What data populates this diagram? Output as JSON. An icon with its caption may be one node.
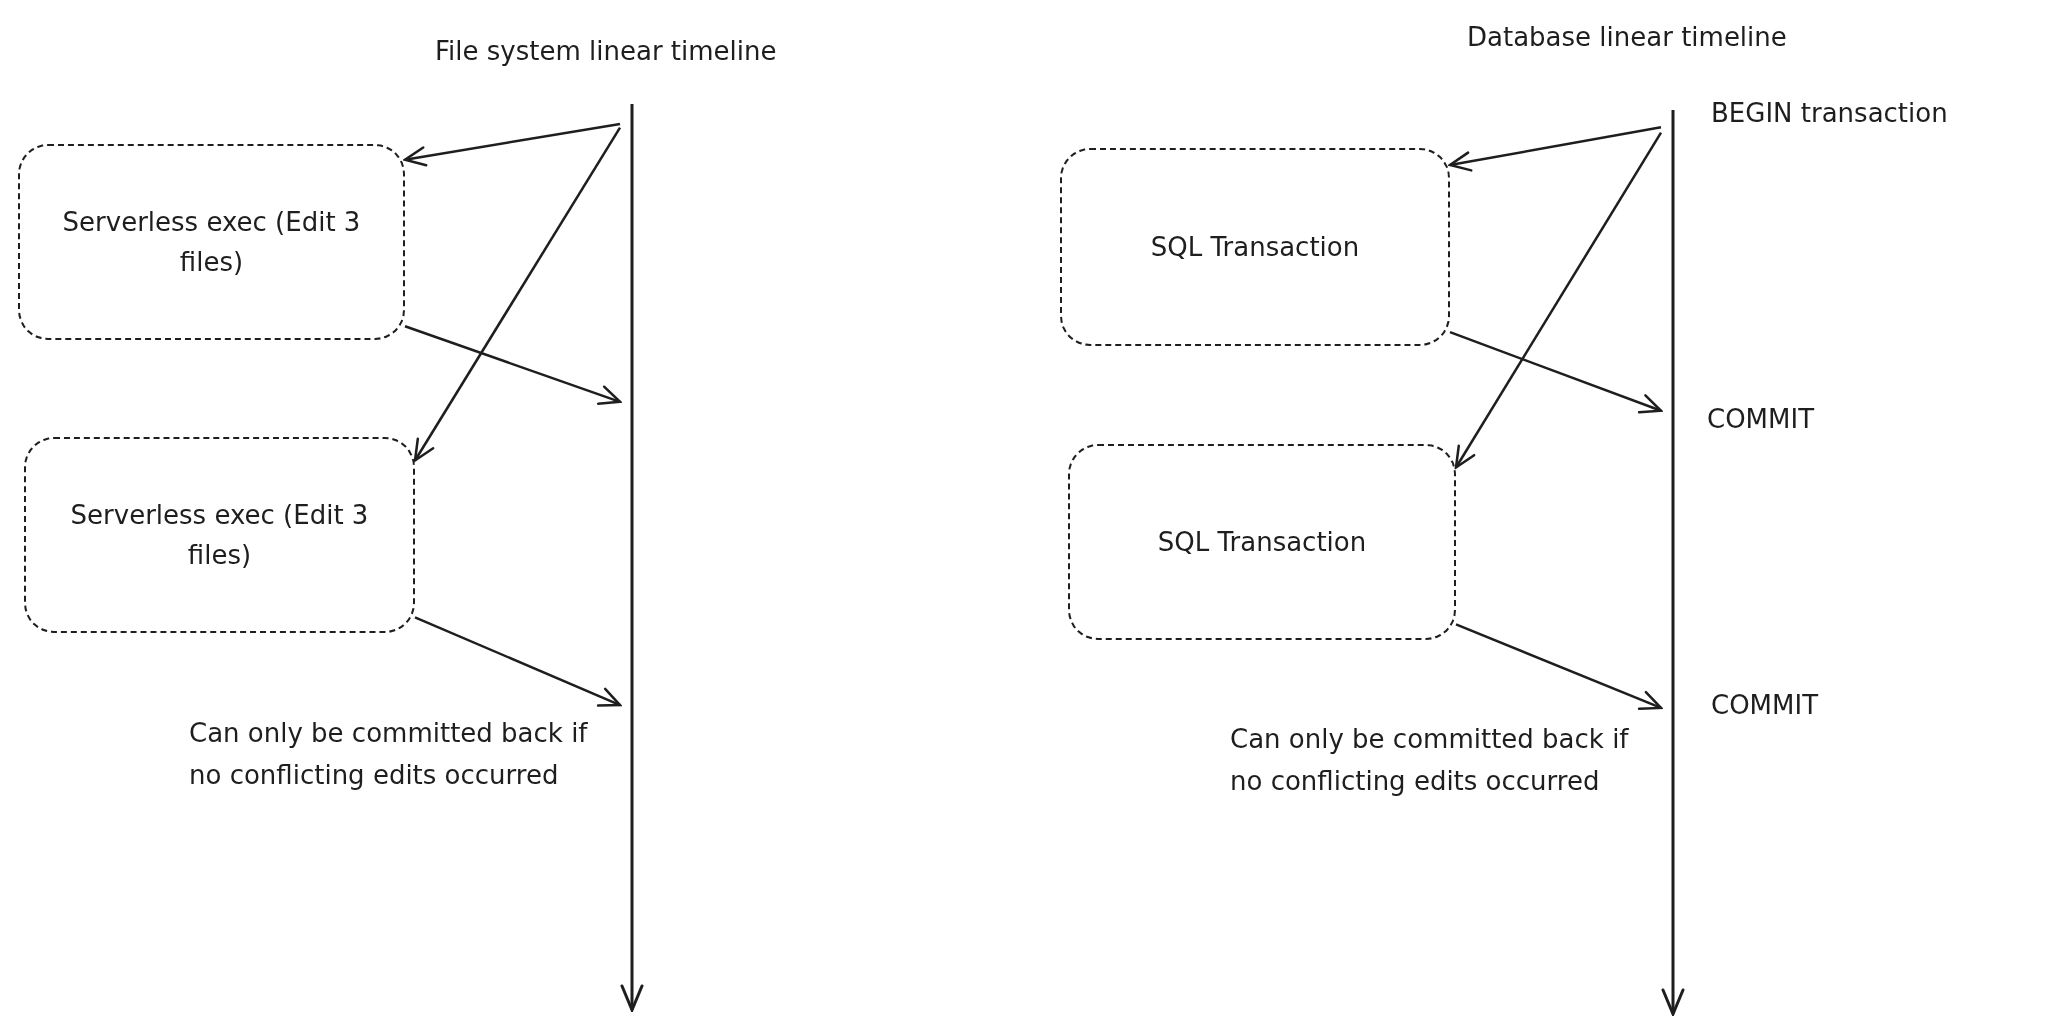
{
  "diagram": {
    "nodes": [
      {
        "text": [],
        "shape": "line"
      },
      {
        "text": [
          "Serverless exec (Edit 3 files)"
        ]
      },
      {
        "text": [
          "Serverless exec (Edit 3 files)"
        ]
      },
      {
        "text": [],
        "shape": "line"
      },
      {
        "text": [
          "SQL Transaction"
        ]
      },
      {
        "text": [
          "SQL Transaction"
        ]
      }
    ],
    "edges": [
      {
        "from": 0,
        "to": 1,
        "arrow": "to"
      },
      {
        "from": 0,
        "to": 2,
        "arrow": "to"
      },
      {
        "from": 1,
        "to": 0,
        "arrow": "to"
      },
      {
        "from": 2,
        "to": 0,
        "arrow": "to"
      },
      {
        "from": 3,
        "to": 4,
        "arrow": "to"
      },
      {
        "from": 3,
        "to": 5,
        "arrow": "to"
      },
      {
        "from": 4,
        "to": 3,
        "arrow": "to"
      },
      {
        "from": 5,
        "to": 3,
        "arrow": "to"
      }
    ],
    "labels": [
      "File system linear timeline",
      "Database linear timeline",
      "BEGIN transaction",
      "COMMIT",
      "Can only be committed back if no conflicting edits occurred",
      "COMMIT",
      "Can only be committed back if no conflicting edits occurred"
    ]
  }
}
